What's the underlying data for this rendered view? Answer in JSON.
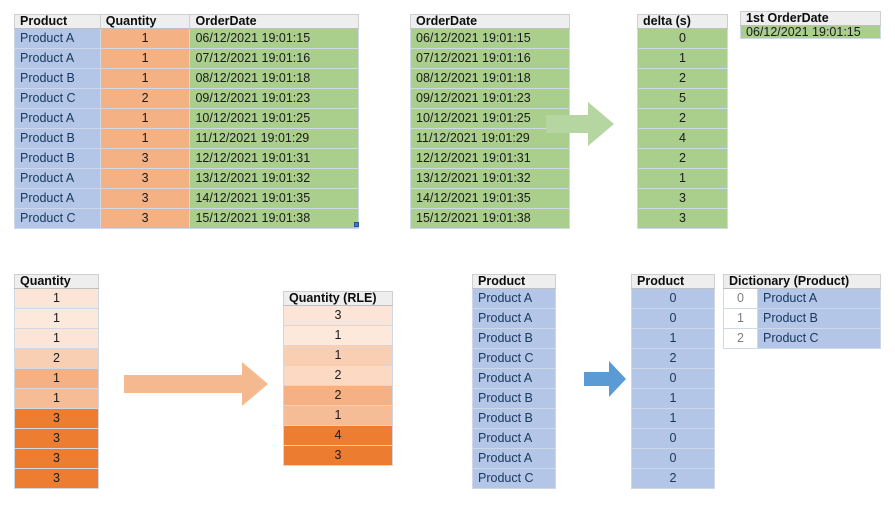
{
  "source_table": {
    "name": "source-order-table",
    "headers": [
      "Product",
      "Quantity",
      "OrderDate"
    ],
    "rows": [
      [
        "Product A",
        "1",
        "06/12/2021 19:01:15"
      ],
      [
        "Product A",
        "1",
        "07/12/2021 19:01:16"
      ],
      [
        "Product B",
        "1",
        "08/12/2021 19:01:18"
      ],
      [
        "Product C",
        "2",
        "09/12/2021 19:01:23"
      ],
      [
        "Product A",
        "1",
        "10/12/2021 19:01:25"
      ],
      [
        "Product B",
        "1",
        "11/12/2021 19:01:29"
      ],
      [
        "Product B",
        "3",
        "12/12/2021 19:01:31"
      ],
      [
        "Product A",
        "3",
        "13/12/2021 19:01:32"
      ],
      [
        "Product A",
        "3",
        "14/12/2021 19:01:35"
      ],
      [
        "Product C",
        "3",
        "15/12/2021 19:01:38"
      ]
    ]
  },
  "orderdate_table": {
    "header": "OrderDate",
    "values": [
      "06/12/2021 19:01:15",
      "07/12/2021 19:01:16",
      "08/12/2021 19:01:18",
      "09/12/2021 19:01:23",
      "10/12/2021 19:01:25",
      "11/12/2021 19:01:29",
      "12/12/2021 19:01:31",
      "13/12/2021 19:01:32",
      "14/12/2021 19:01:35",
      "15/12/2021 19:01:38"
    ]
  },
  "delta_table": {
    "header": "delta (s)",
    "values": [
      "0",
      "1",
      "2",
      "5",
      "2",
      "4",
      "2",
      "1",
      "3",
      "3"
    ]
  },
  "first_orderdate": {
    "header": "1st OrderDate",
    "value": "06/12/2021 19:01:15"
  },
  "quantity_table": {
    "header": "Quantity",
    "values": [
      "1",
      "1",
      "1",
      "2",
      "1",
      "1",
      "3",
      "3",
      "3",
      "3"
    ]
  },
  "quantity_rle_table": {
    "header": "Quantity (RLE)",
    "values": [
      "3",
      "1",
      "1",
      "2",
      "2",
      "1",
      "4",
      "3"
    ]
  },
  "product_table": {
    "header": "Product",
    "values": [
      "Product A",
      "Product A",
      "Product B",
      "Product C",
      "Product A",
      "Product B",
      "Product B",
      "Product A",
      "Product A",
      "Product C"
    ]
  },
  "product_encoded_table": {
    "header": "Product",
    "values": [
      "0",
      "0",
      "1",
      "2",
      "0",
      "1",
      "1",
      "0",
      "0",
      "2"
    ]
  },
  "dictionary_table": {
    "header": "Dictionary (Product)",
    "rows": [
      [
        "0",
        "Product A"
      ],
      [
        "1",
        "Product B"
      ],
      [
        "2",
        "Product C"
      ]
    ]
  },
  "arrows": [
    {
      "name": "green-arrow",
      "color": "#b5d6a0"
    },
    {
      "name": "orange-arrow",
      "color": "#f4b98f"
    },
    {
      "name": "blue-arrow",
      "color": "#5b9bd5"
    }
  ],
  "colors": {
    "blue_cell": "#b4c6e7",
    "green_cell": "#aace8c",
    "orange_low": "#fce4d6",
    "orange_high": "#ed7d31",
    "header_bg": "#eeeeee",
    "arrow_green": "#b5d6a0",
    "arrow_orange": "#f4b98f",
    "arrow_blue": "#5b9bd5"
  }
}
